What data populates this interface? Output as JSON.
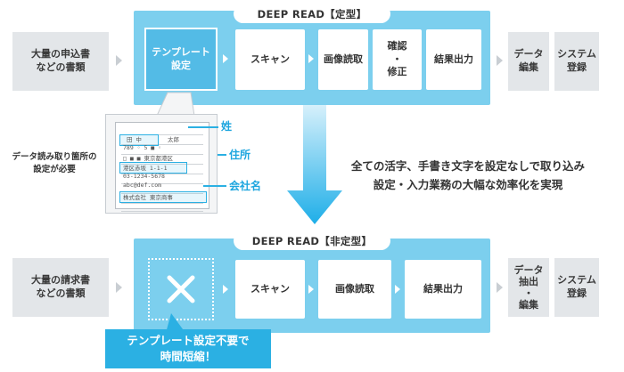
{
  "top": {
    "title": "DEEP READ【定型】",
    "input": "大量の申込書\nなどの書類",
    "steps": [
      "テンプレート\n設定",
      "スキャン",
      "画像読取",
      "確認\n・\n修正",
      "結果出力"
    ],
    "outputs": [
      "データ\n編集",
      "システム\n登録"
    ]
  },
  "document_callouts": {
    "side_label": "データ読み取り箇所の\n設定が必要",
    "fields": [
      "姓",
      "住所",
      "会社名"
    ]
  },
  "message": {
    "line1": "全ての活字、手書き文字を設定なしで取り込み",
    "line2": "設定・入力業務の大幅な効率化を実現"
  },
  "bottom": {
    "title": "DEEP READ【非定型】",
    "input": "大量の請求書\nなどの書類",
    "steps": [
      "スキャン",
      "画像読取",
      "結果出力"
    ],
    "outputs": [
      "データ\n抽出\n・\n編集",
      "システム\n登録"
    ],
    "badge": "テンプレート設定不要で\n時間短縮！"
  },
  "colors": {
    "accent": "#2bb0e3",
    "flow_bg": "#7ccfee",
    "highlight": "#53bbe6",
    "gray_box": "#e3e6e9"
  }
}
